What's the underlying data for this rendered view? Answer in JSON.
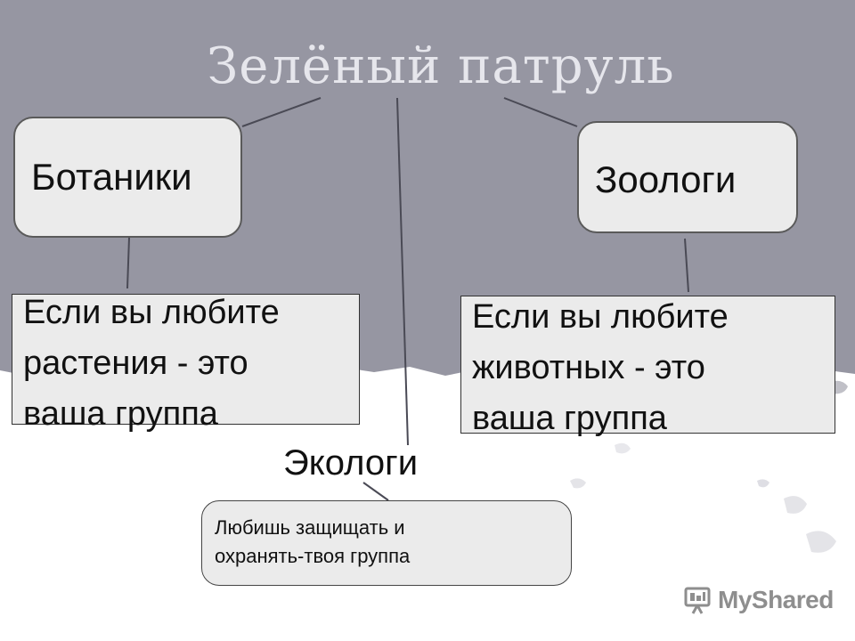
{
  "title": "Зелёный патруль",
  "nodes": {
    "botany": {
      "label": "Ботаники",
      "description": "Если вы любите\nрастения - это\nваша группа"
    },
    "zoology": {
      "label": "Зоологи",
      "description": "Если вы любите\nживотных - это\nваша группа"
    },
    "ecology": {
      "label": "Экологи",
      "description": "Любишь защищать и\nохранять-твоя группа"
    }
  },
  "watermark": "MyShared",
  "colors": {
    "top_background": "#9696a2",
    "title_text": "#e6e6ec",
    "box_fill": "#ebebeb",
    "connector": "#4a4a55",
    "watermark": "#8e8e8e"
  }
}
